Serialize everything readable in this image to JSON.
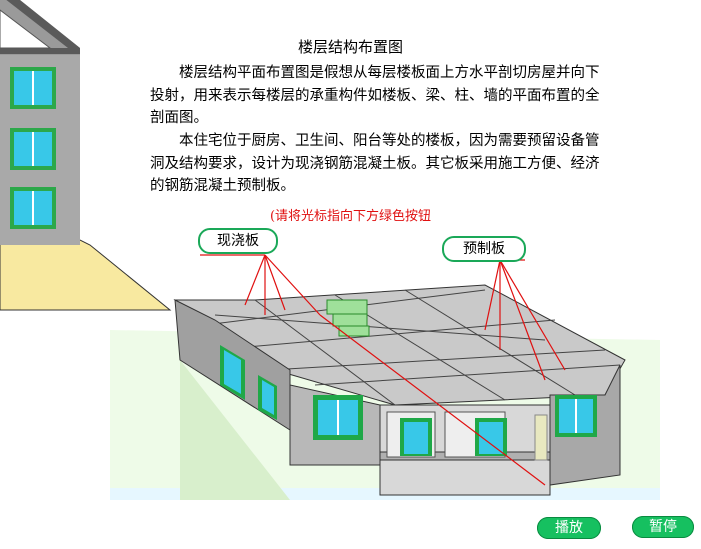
{
  "page": {
    "title": "楼层结构布置图",
    "para1": "楼层结构平面布置图是假想从每层楼板面上方水平剖切房屋并向下投射，用来表示每楼层的承重构件如楼板、梁、柱、墙的平面布置的全剖面图。",
    "para2": "本住宅位于厨房、卫生间、阳台等处的楼板，因为需要预留设备管洞及结构要求，设计为现浇钢筋混凝土板。其它板采用施工方便、经济的钢筋混凝土预制板。",
    "hint": "(请将光标指向下方绿色按钮"
  },
  "labels": {
    "cast_in_place": "现浇板",
    "precast": "预制板"
  },
  "controls": {
    "play": "播放",
    "pause": "暂停"
  },
  "colors": {
    "green_button": "#16c060",
    "hint_red": "#e01010",
    "pointer_red": "#e01010",
    "ground_yellow": "#f8e9a0",
    "window_cyan": "#38c8e8"
  }
}
